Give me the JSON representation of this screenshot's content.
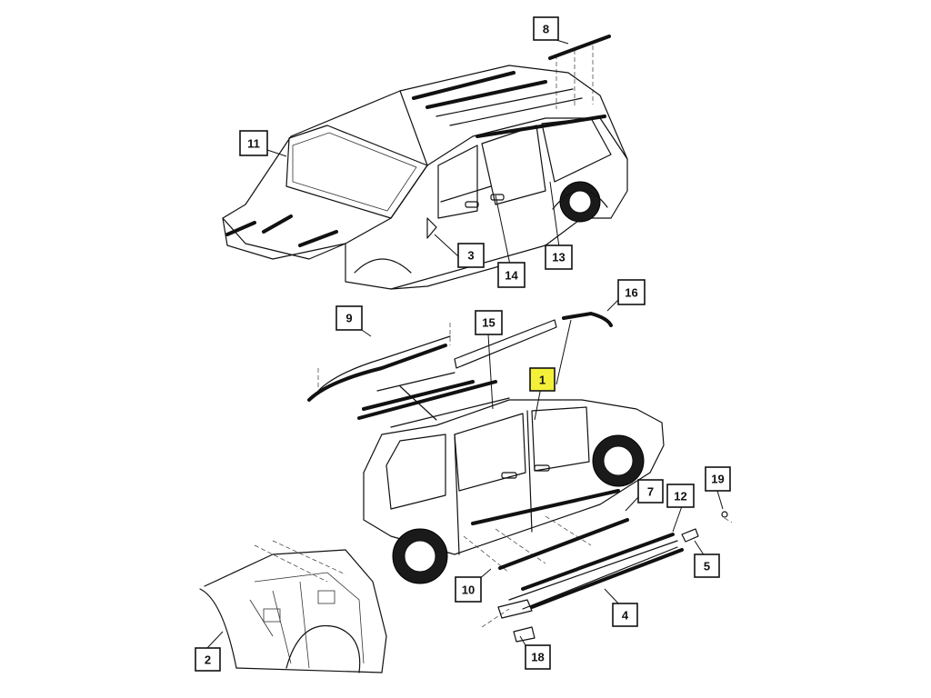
{
  "callouts": [
    {
      "id": "1",
      "label": "1",
      "highlight": true
    },
    {
      "id": "2",
      "label": "2",
      "highlight": false
    },
    {
      "id": "3",
      "label": "3",
      "highlight": false
    },
    {
      "id": "4",
      "label": "4",
      "highlight": false
    },
    {
      "id": "5",
      "label": "5",
      "highlight": false
    },
    {
      "id": "7",
      "label": "7",
      "highlight": false
    },
    {
      "id": "8",
      "label": "8",
      "highlight": false
    },
    {
      "id": "9",
      "label": "9",
      "highlight": false
    },
    {
      "id": "10",
      "label": "10",
      "highlight": false
    },
    {
      "id": "11",
      "label": "11",
      "highlight": false
    },
    {
      "id": "12",
      "label": "12",
      "highlight": false
    },
    {
      "id": "13",
      "label": "13",
      "highlight": false
    },
    {
      "id": "14",
      "label": "14",
      "highlight": false
    },
    {
      "id": "15",
      "label": "15",
      "highlight": false
    },
    {
      "id": "16",
      "label": "16",
      "highlight": false
    },
    {
      "id": "18",
      "label": "18",
      "highlight": false
    },
    {
      "id": "19",
      "label": "19",
      "highlight": false
    }
  ],
  "colors": {
    "highlight": "#f4f03a",
    "line": "#111111",
    "background": "#ffffff"
  }
}
